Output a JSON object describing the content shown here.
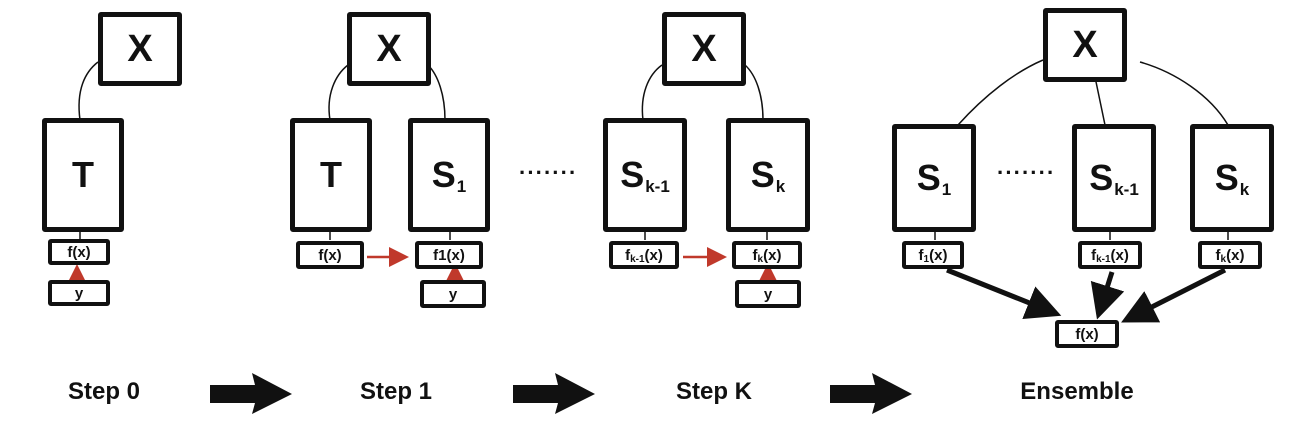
{
  "step0": {
    "x_label": "X",
    "model": "T",
    "output": "f(x)",
    "target": "y",
    "caption": "Step 0"
  },
  "step1": {
    "x_label": "X",
    "teacher": "T",
    "teacher_output": "f(x)",
    "student": {
      "main": "S",
      "sub": "1"
    },
    "student_output": "f1(x)",
    "target": "y",
    "caption": "Step 1"
  },
  "stepk": {
    "x_label": "X",
    "prev": {
      "main": "S",
      "sub": "k-1"
    },
    "prev_output": {
      "f": "f",
      "sub": "k-1",
      "rest": "(x)"
    },
    "cur": {
      "main": "S",
      "sub": "k"
    },
    "cur_output": {
      "f": "f",
      "sub": "k",
      "rest": "(x)"
    },
    "target": "y",
    "caption": "Step K"
  },
  "ensemble": {
    "x_label": "X",
    "m1": {
      "main": "S",
      "sub": "1"
    },
    "m1_output": {
      "f": "f",
      "sub": "1",
      "rest": "(x)"
    },
    "m2": {
      "main": "S",
      "sub": "k-1"
    },
    "m2_output": {
      "f": "f",
      "sub": "k-1",
      "rest": "(x)"
    },
    "m3": {
      "main": "S",
      "sub": "k"
    },
    "m3_output": {
      "f": "f",
      "sub": "k",
      "rest": "(x)"
    },
    "final_output": "f(x)",
    "caption": "Ensemble"
  },
  "ellipsis": "·······",
  "colors": {
    "stroke": "#111111",
    "distill_arrow": "#c0392b"
  }
}
